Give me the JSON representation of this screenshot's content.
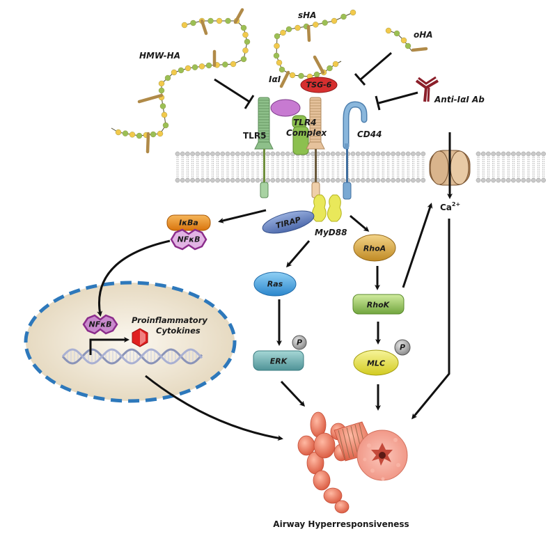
{
  "title": "Hyaluronan signaling pathway in airway hyperresponsiveness",
  "ligands": {
    "hmw_ha": "HMW-HA",
    "sha": "sHA",
    "oha": "oHA",
    "iai": "IαI",
    "tsg6": "TSG-6",
    "anti_iai_ab": "Anti-IαI Ab"
  },
  "receptors": {
    "tlr5": "TLR5",
    "tlr4_line1": "TLR4",
    "tlr4_line2": "Complex",
    "cd44": "CD44"
  },
  "adaptors": {
    "tirap": "TIRAP",
    "myd88": "MyD88"
  },
  "nfkb_complex": {
    "ikba": "IκBa",
    "nfkb": "NFκB"
  },
  "nucleus": {
    "nfkb": "NFκB",
    "cytokines_line1": "Proinflammatory",
    "cytokines_line2": "Cytokines"
  },
  "kinases": {
    "ras": "Ras",
    "erk": "ERK",
    "rhoa": "RhoA",
    "rhok": "RhoK",
    "mlc": "MLC",
    "phospho": "P"
  },
  "calcium": {
    "base": "Ca",
    "charge": "2+"
  },
  "outcome": "Airway Hyperresponsiveness",
  "colors": {
    "ha_yellow": "#f2c94c",
    "ha_green": "#9bbf55",
    "branch": "#b08a48",
    "tsg6": "#d62f2f",
    "antibody": "#8b1f2a",
    "tlr5": "#8ec08a",
    "tlr4": "#e6c29c",
    "md2": "#c77ad1",
    "cd14": "#8cc04f",
    "cd44": "#6c9cc7",
    "tirap": "#6b87c4",
    "myd88": "#e9e85a",
    "ikba": "#e88a1d",
    "nfkb": "#b05ab0",
    "nucleus_fill": "#ece1cc",
    "nucleus_border": "#2d78bb",
    "ras": "#4aa3e0",
    "erk": "#5fa6a8",
    "rhoa": "#d9a53a",
    "rhok": "#8fc15a",
    "mlc": "#e8e23c",
    "channel": "#c89a6c",
    "airway": "#ef7f64"
  }
}
